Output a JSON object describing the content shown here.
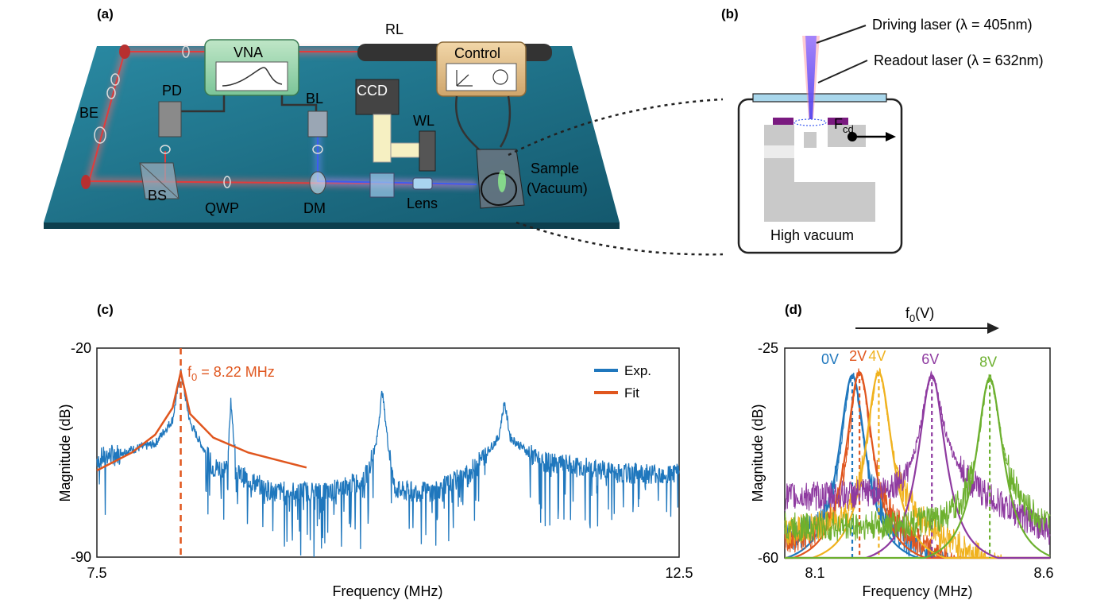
{
  "panel_labels": {
    "a": "(a)",
    "b": "(b)",
    "c": "(c)",
    "d": "(d)"
  },
  "setup": {
    "RL": "RL",
    "VNA": "VNA",
    "Control": "Control",
    "PD": "PD",
    "BL": "BL",
    "CCD": "CCD",
    "WL": "WL",
    "BE": "BE",
    "BS": "BS",
    "QWP": "QWP",
    "DM": "DM",
    "Lens": "Lens",
    "Sample": "Sample",
    "Vacuum": "(Vacuum)"
  },
  "chamber": {
    "driving_laser": "Driving laser (λ = 405nm)",
    "readout_laser": "Readout laser (λ = 632nm)",
    "force": "F",
    "force_sub": "cd",
    "vacuum": "High vacuum"
  },
  "colors": {
    "table": "#1e6f86",
    "readout": "#e03c3c",
    "drive": "#4a6cf5",
    "exp": "#1f77bd",
    "fit": "#e0561e",
    "v0": "#1f77bd",
    "v2": "#e0561e",
    "v4": "#f0b21e",
    "v6": "#8e3aa0",
    "v8": "#6cb02e"
  },
  "chart_data": [
    {
      "type": "line",
      "xlabel": "Frequency (MHz)",
      "ylabel": "Magnitude (dB)",
      "xlim": [
        7.5,
        12.5
      ],
      "ylim": [
        -90,
        -20
      ],
      "xticks": [
        "7.5",
        "12.5"
      ],
      "yticks": [
        "-20",
        "-90"
      ],
      "grid": false,
      "legend": "top-right",
      "annotation": {
        "text_main": "f",
        "text_sub": "0",
        "text_rest": " = 8.22 MHz",
        "x": 8.22
      },
      "series": [
        {
          "name": "Exp.",
          "x": [
            7.5,
            7.8,
            8.0,
            8.15,
            8.22,
            8.3,
            8.5,
            8.62,
            8.65,
            8.7,
            9.0,
            9.5,
            9.8,
            9.9,
            9.95,
            10.0,
            10.05,
            10.1,
            10.4,
            10.7,
            10.95,
            11.0,
            11.05,
            11.3,
            11.7,
            12.0,
            12.5
          ],
          "y": [
            -57,
            -54,
            -52,
            -44,
            -28,
            -45,
            -60,
            -60,
            -38,
            -62,
            -68,
            -68,
            -64,
            -52,
            -34,
            -52,
            -66,
            -68,
            -68,
            -62,
            -50,
            -38,
            -50,
            -58,
            -60,
            -62,
            -62
          ]
        },
        {
          "name": "Fit",
          "x": [
            7.5,
            7.8,
            8.0,
            8.15,
            8.22,
            8.3,
            8.5,
            8.8,
            9.1,
            9.3
          ],
          "y": [
            -61,
            -55,
            -49,
            -40,
            -28,
            -42,
            -50,
            -55,
            -58,
            -60
          ]
        }
      ]
    },
    {
      "type": "line",
      "title": "f",
      "title_sub": "0",
      "title_rest": "(V)",
      "xlabel": "Frequency (MHz)",
      "ylabel": "Magnitude (dB)",
      "xlim": [
        8.05,
        8.6
      ],
      "ylim": [
        -60,
        -25
      ],
      "xticks": [
        "8.1",
        "8.6"
      ],
      "yticks": [
        "-25",
        "-60"
      ],
      "grid": false,
      "peak_labels": [
        "0V",
        "2V",
        "4V",
        "6V",
        "8V"
      ],
      "series": [
        {
          "name": "0V",
          "peak_x": 8.19,
          "peak_y": -29.5
        },
        {
          "name": "2V",
          "peak_x": 8.205,
          "peak_y": -29
        },
        {
          "name": "4V",
          "peak_x": 8.245,
          "peak_y": -29
        },
        {
          "name": "6V",
          "peak_x": 8.355,
          "peak_y": -29.5
        },
        {
          "name": "8V",
          "peak_x": 8.475,
          "peak_y": -30
        }
      ]
    }
  ]
}
